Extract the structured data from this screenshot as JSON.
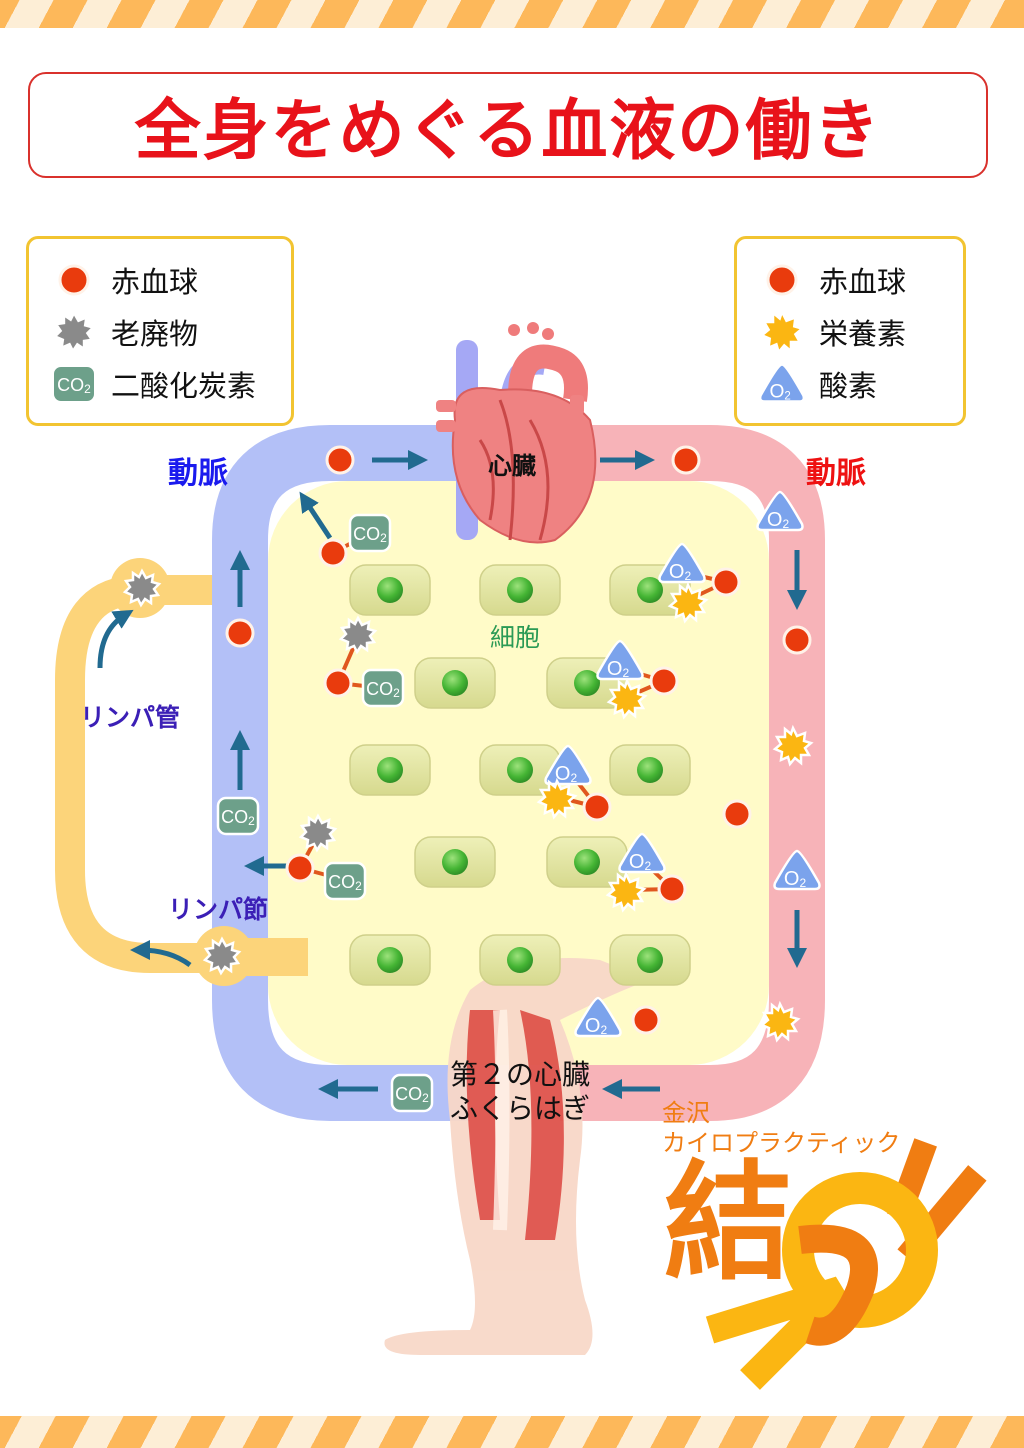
{
  "title": "全身をめぐる血液の働き",
  "legend_left": {
    "items": [
      {
        "icon": "red-blood-cell-icon",
        "label": "赤血球"
      },
      {
        "icon": "waste-icon",
        "label": "老廃物"
      },
      {
        "icon": "co2-icon",
        "label": "二酸化炭素"
      }
    ]
  },
  "legend_right": {
    "items": [
      {
        "icon": "red-blood-cell-icon",
        "label": "赤血球"
      },
      {
        "icon": "nutrient-icon",
        "label": "栄養素"
      },
      {
        "icon": "oxygen-icon",
        "label": "酸素"
      }
    ]
  },
  "labels": {
    "left_vessel": "動脈",
    "right_vessel": "動脈",
    "heart": "心臓",
    "cells": "細胞",
    "lymph_vessel": "リンパ管",
    "lymph_node": "リンパ節",
    "second_heart_line1": "第２の心臓",
    "second_heart_line2": "ふくらはぎ"
  },
  "icon_text": {
    "co2": "CO2",
    "o2": "O2"
  },
  "brand": {
    "line1": "金沢",
    "line2": "カイロプラクティック",
    "logo_char": "結"
  },
  "colors": {
    "title_red": "#e8121a",
    "vein_blue": "#b3c0f7",
    "artery_pink": "#f7b3b8",
    "tissue_yellow": "#fffbc8",
    "lymph_yellow": "#fcd47a",
    "arrow_teal": "#216a90",
    "rbc_red": "#e93b0d",
    "co2_green": "#6da08a",
    "o2_blue": "#7ba3ec",
    "nutrient_yellow": "#fbb612",
    "waste_gray": "#8a8a8a",
    "left_label_blue": "#1a1aee",
    "right_label_red": "#ee1111",
    "brand_orange": "#f07d12"
  }
}
